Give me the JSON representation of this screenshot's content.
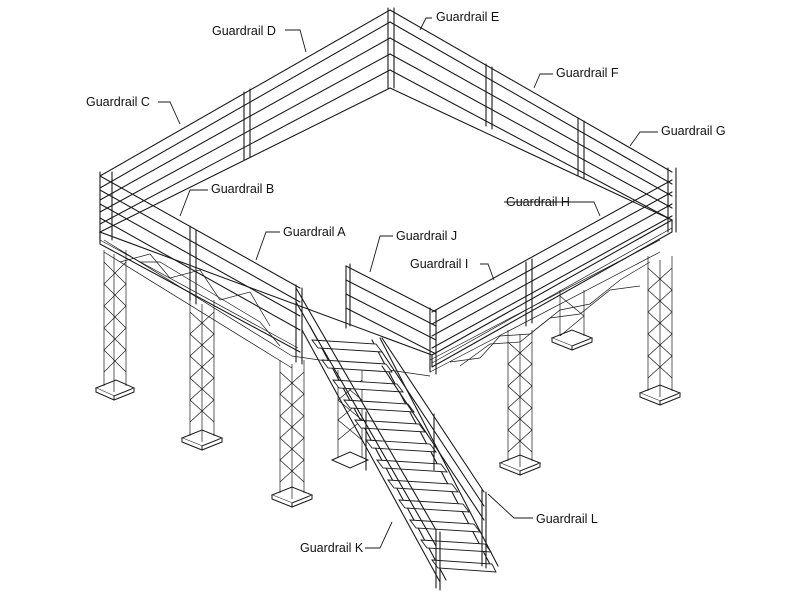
{
  "labels": {
    "a": "Guardrail A",
    "b": "Guardrail B",
    "c": "Guardrail C",
    "d": "Guardrail D",
    "e": "Guardrail E",
    "f": "Guardrail F",
    "g": "Guardrail G",
    "h": "Guardrail H",
    "i": "Guardrail I",
    "j": "Guardrail J",
    "k": "Guardrail K",
    "l": "Guardrail L"
  }
}
